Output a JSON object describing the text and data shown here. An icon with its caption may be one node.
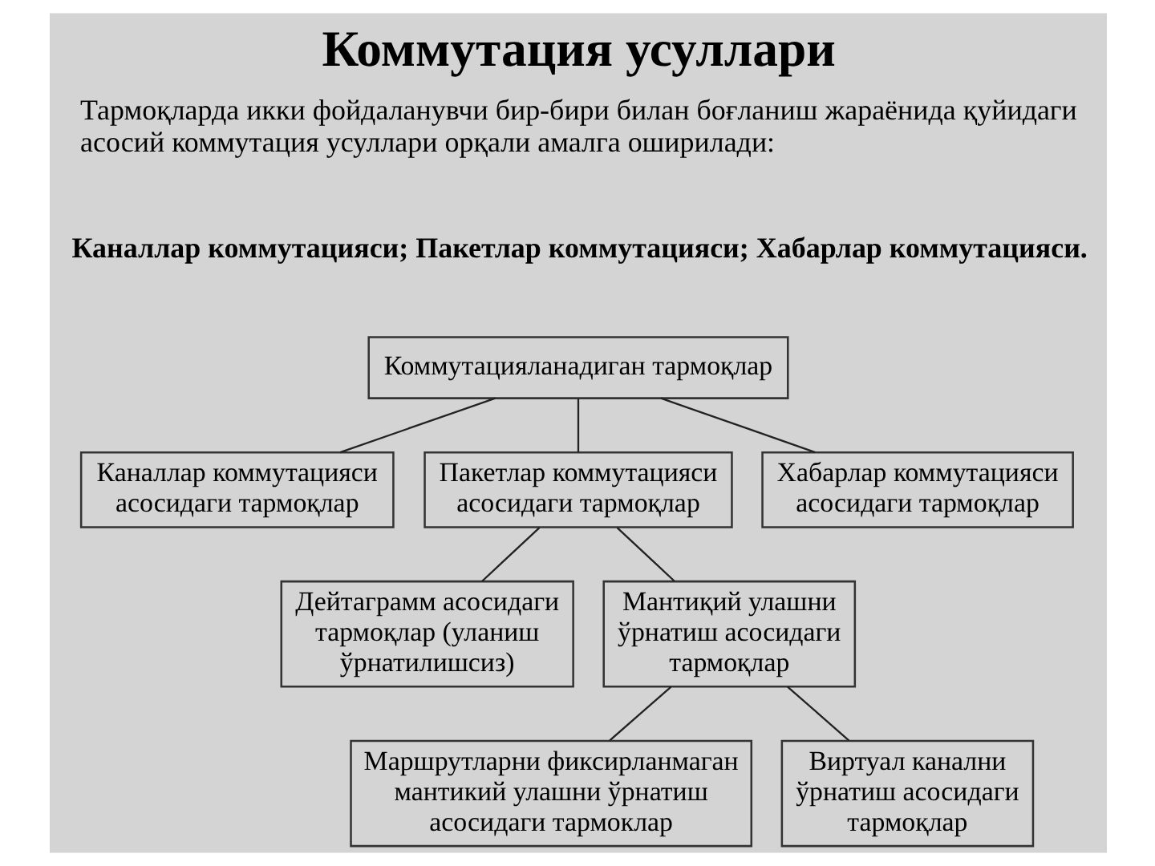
{
  "diagram": {
    "title": "Коммутация усуллари",
    "nodes": [
      {
        "text": [
          "Коммутацияланадиган тармоқлар"
        ]
      },
      {
        "text": [
          "Каналлар коммутацияси асосидаги тармоқлар"
        ]
      },
      {
        "text": [
          "Пакетлар коммутацияси асосидаги тармоқлар"
        ]
      },
      {
        "text": [
          "Хабарлар коммутацияси асосидаги тармоқлар"
        ]
      },
      {
        "text": [
          "Дейтаграмм асосидаги тармоқлар (уланиш ўрнатилишсиз)"
        ]
      },
      {
        "text": [
          "Мантиқий улашни ўрнатиш асосидаги тармоқлар"
        ]
      },
      {
        "text": [
          "Маршрутларни фиксирланмаган мантикий улашни ўрнатиш асосидаги тармоклар"
        ]
      },
      {
        "text": [
          "Виртуал канални ўрнатиш асосидаги тармоқлар"
        ]
      }
    ],
    "edges": [
      {
        "from": 0,
        "to": 1,
        "arrow": "none"
      },
      {
        "from": 0,
        "to": 2,
        "arrow": "none"
      },
      {
        "from": 0,
        "to": 3,
        "arrow": "none"
      },
      {
        "from": 2,
        "to": 4,
        "arrow": "none"
      },
      {
        "from": 2,
        "to": 5,
        "arrow": "none"
      },
      {
        "from": 5,
        "to": 6,
        "arrow": "none"
      },
      {
        "from": 5,
        "to": 7,
        "arrow": "none"
      }
    ],
    "labels": [
      "Тармоқларда икки фойдаланувчи бир-бири билан боғланиш жараёнида қуйидаги асосий коммутация усуллари орқали амалга оширилади:",
      "Каналлар коммутацияси; Пакетлар коммутацияси; Хабарлар коммутацияси."
    ]
  }
}
